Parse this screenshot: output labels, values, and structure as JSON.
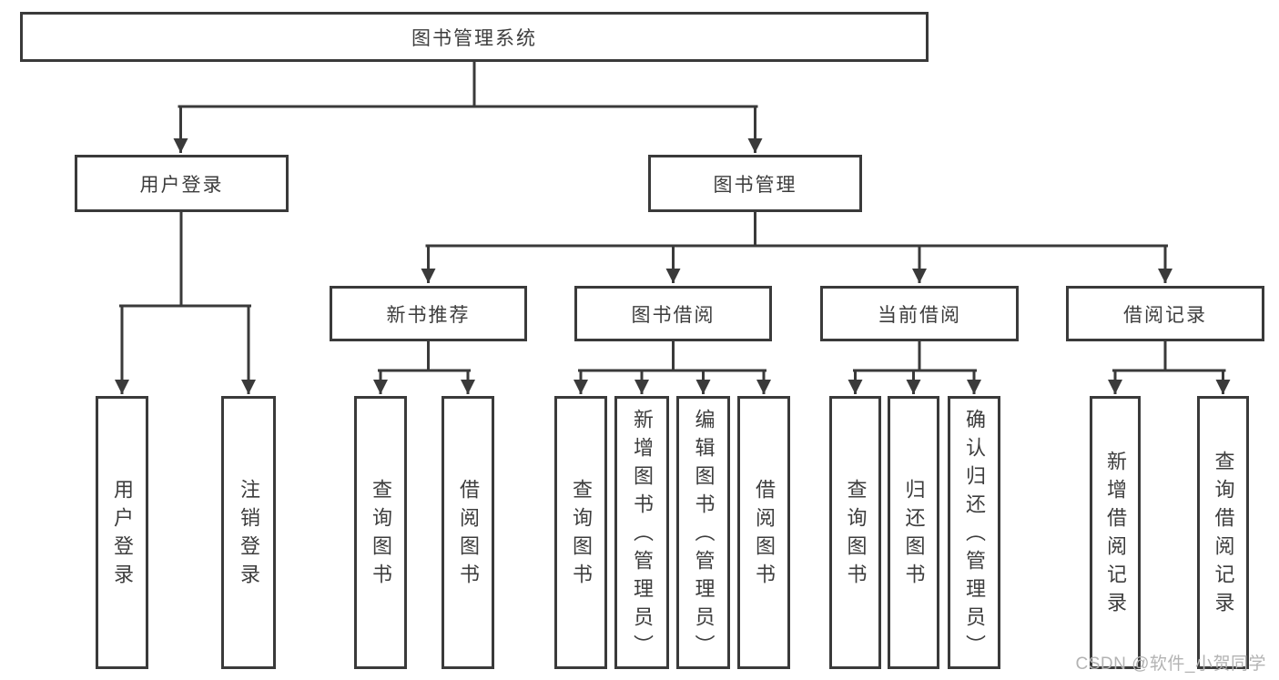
{
  "diagram_type": "hierarchy-tree",
  "colors": {
    "line": "#3a3a3a",
    "box_border": "#3a3a3a",
    "box_fill": "#ffffff",
    "text": "#3d3d3d",
    "watermark": "#b3b3b3"
  },
  "tree": {
    "label": "图书管理系统",
    "children": [
      {
        "label": "用户登录",
        "children": [
          {
            "label": "用户登录"
          },
          {
            "label": "注销登录"
          }
        ]
      },
      {
        "label": "图书管理",
        "children": [
          {
            "label": "新书推荐",
            "children": [
              {
                "label": "查询图书"
              },
              {
                "label": "借阅图书"
              }
            ]
          },
          {
            "label": "图书借阅",
            "children": [
              {
                "label": "查询图书"
              },
              {
                "label": "新增图书（管理员）"
              },
              {
                "label": "编辑图书（管理员）"
              },
              {
                "label": "借阅图书"
              }
            ]
          },
          {
            "label": "当前借阅",
            "children": [
              {
                "label": "查询图书"
              },
              {
                "label": "归还图书"
              },
              {
                "label": "确认归还（管理员）"
              }
            ]
          },
          {
            "label": "借阅记录",
            "children": [
              {
                "label": "新增借阅记录"
              },
              {
                "label": "查询借阅记录"
              }
            ]
          }
        ]
      }
    ]
  },
  "watermark": {
    "text": "CSDN @软件_小贺同学"
  }
}
